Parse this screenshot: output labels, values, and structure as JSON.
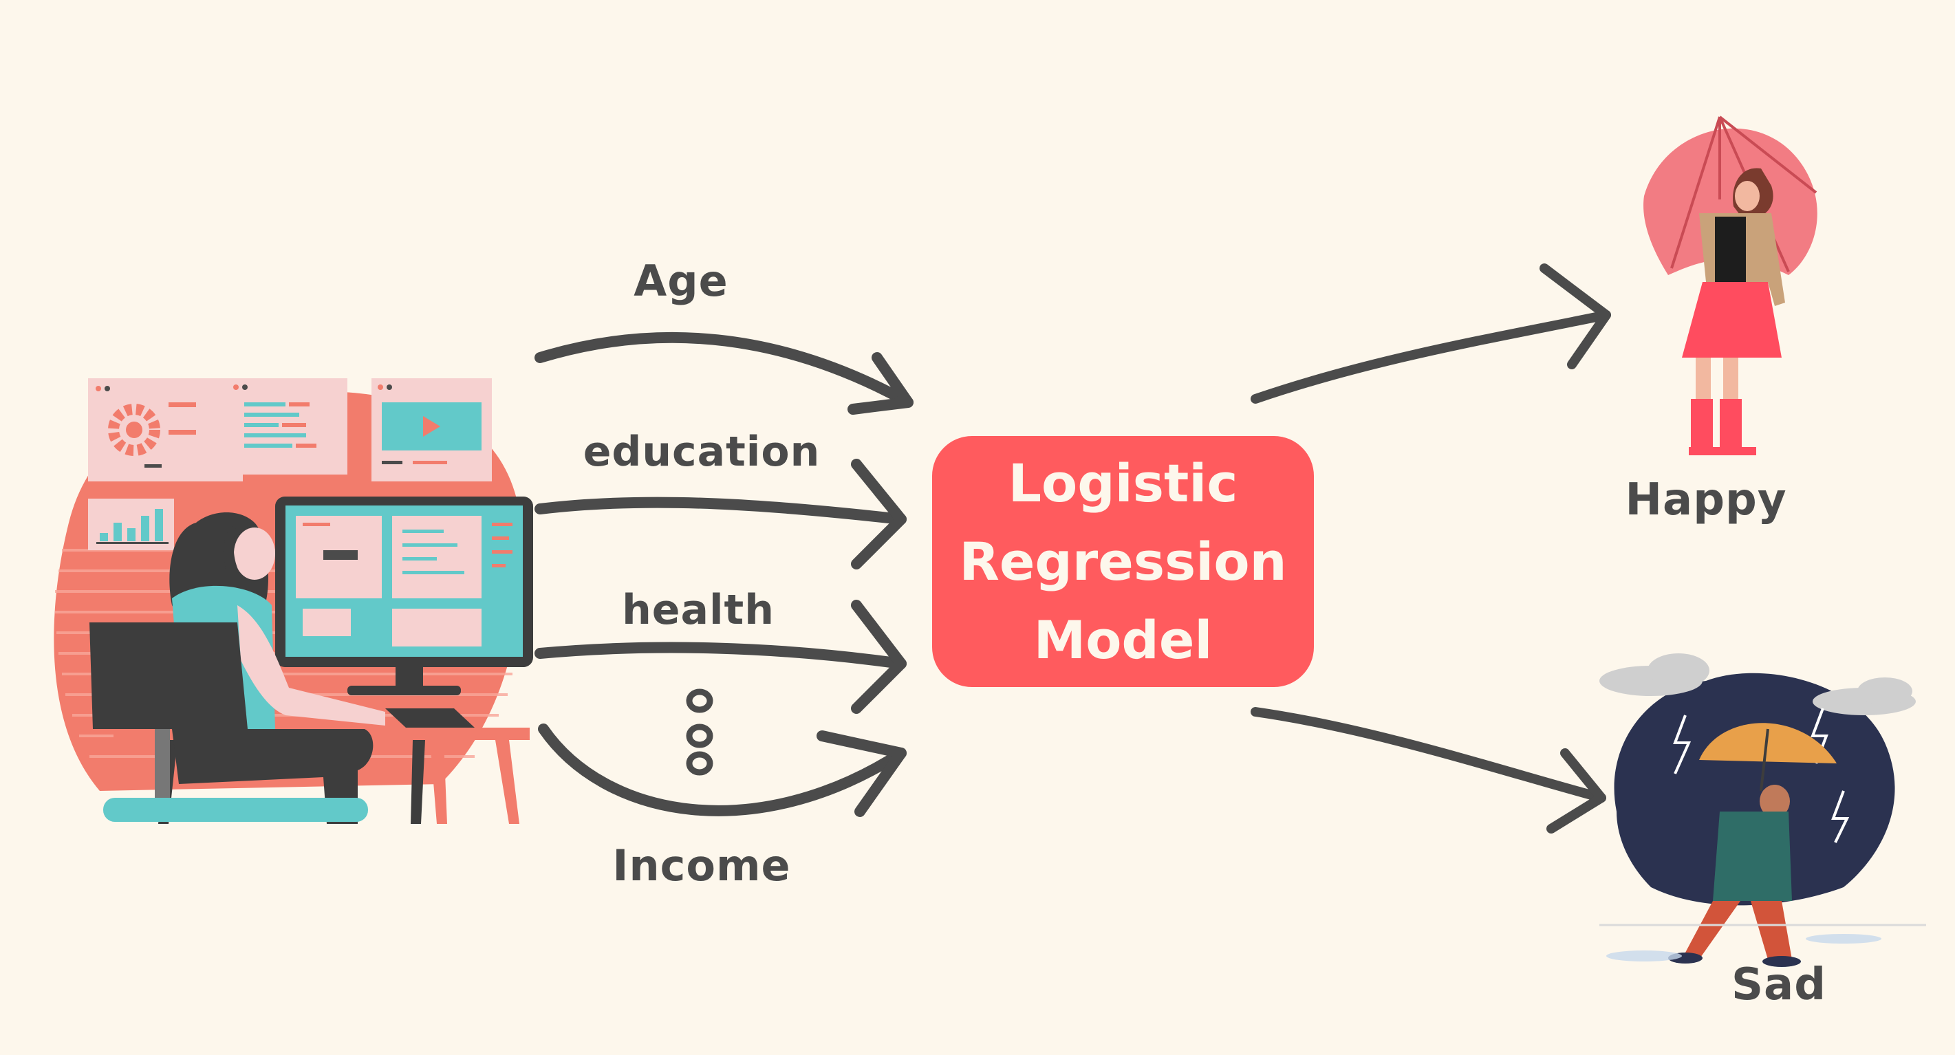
{
  "inputs": {
    "age": "Age",
    "education": "education",
    "health": "health",
    "income": "Income"
  },
  "model": {
    "label": "Logistic\nRegression\nModel"
  },
  "outputs": {
    "happy": "Happy",
    "sad": "Sad"
  },
  "colors": {
    "background": "#fdf7ec",
    "model_box": "#ff5b5e",
    "text": "#4b4b4b",
    "arrow": "#4b4b4b",
    "coral": "#f27c6c",
    "teal": "#62c9c9",
    "pink_panel": "#f6d1d0"
  },
  "icons": [
    "data-scientist-illustration",
    "happy-woman-umbrella-illustration",
    "sad-man-rain-illustration"
  ]
}
